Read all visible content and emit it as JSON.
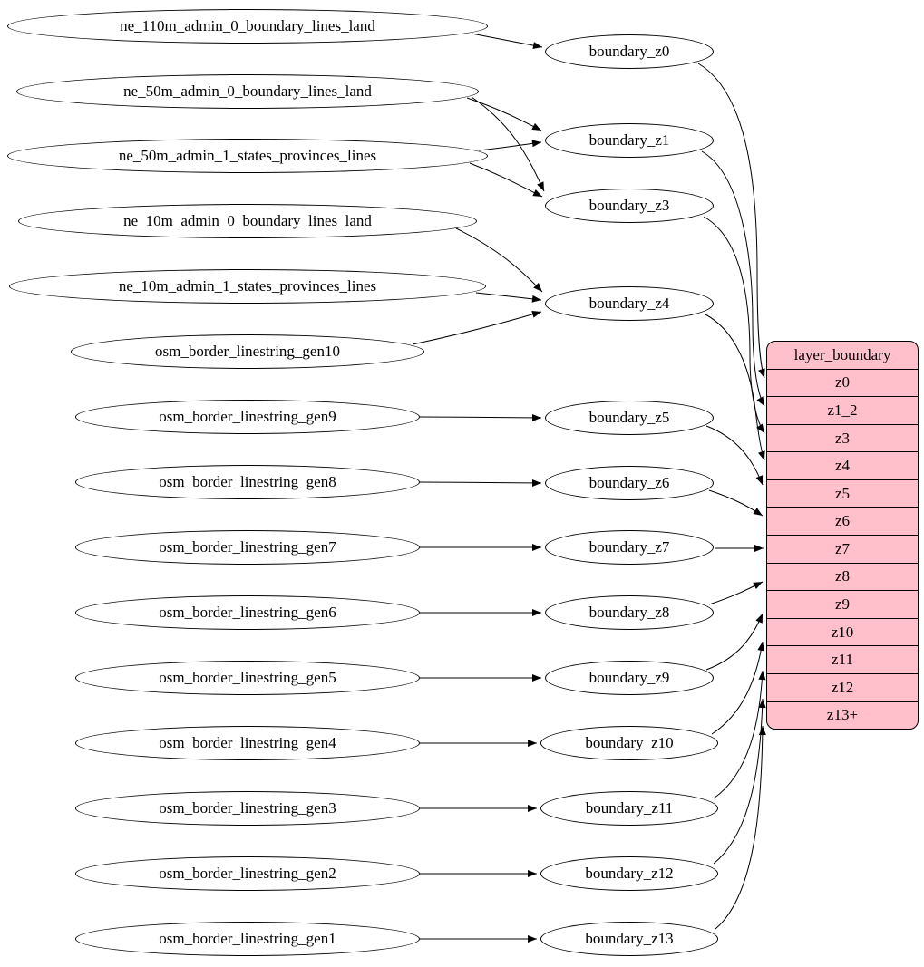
{
  "diagram": {
    "type": "etl-graph",
    "background": "#ffffff",
    "record_fill": "#ffc0cb",
    "node_stroke": "#000000"
  },
  "sources": [
    {
      "label": "ne_110m_admin_0_boundary_lines_land"
    },
    {
      "label": "ne_50m_admin_0_boundary_lines_land"
    },
    {
      "label": "ne_50m_admin_1_states_provinces_lines"
    },
    {
      "label": "ne_10m_admin_0_boundary_lines_land"
    },
    {
      "label": "ne_10m_admin_1_states_provinces_lines"
    },
    {
      "label": "osm_border_linestring_gen10"
    },
    {
      "label": "osm_border_linestring_gen9"
    },
    {
      "label": "osm_border_linestring_gen8"
    },
    {
      "label": "osm_border_linestring_gen7"
    },
    {
      "label": "osm_border_linestring_gen6"
    },
    {
      "label": "osm_border_linestring_gen5"
    },
    {
      "label": "osm_border_linestring_gen4"
    },
    {
      "label": "osm_border_linestring_gen3"
    },
    {
      "label": "osm_border_linestring_gen2"
    },
    {
      "label": "osm_border_linestring_gen1"
    }
  ],
  "transforms": [
    {
      "label": "boundary_z0"
    },
    {
      "label": "boundary_z1"
    },
    {
      "label": "boundary_z3"
    },
    {
      "label": "boundary_z4"
    },
    {
      "label": "boundary_z5"
    },
    {
      "label": "boundary_z6"
    },
    {
      "label": "boundary_z7"
    },
    {
      "label": "boundary_z8"
    },
    {
      "label": "boundary_z9"
    },
    {
      "label": "boundary_z10"
    },
    {
      "label": "boundary_z11"
    },
    {
      "label": "boundary_z12"
    },
    {
      "label": "boundary_z13"
    }
  ],
  "layer_table": {
    "title": "layer_boundary",
    "rows": [
      "z0",
      "z1_2",
      "z3",
      "z4",
      "z5",
      "z6",
      "z7",
      "z8",
      "z9",
      "z10",
      "z11",
      "z12",
      "z13+"
    ]
  },
  "edges": [
    {
      "from": "ne_110m_admin_0_boundary_lines_land",
      "to": "boundary_z0"
    },
    {
      "from": "ne_50m_admin_0_boundary_lines_land",
      "to": "boundary_z1"
    },
    {
      "from": "ne_50m_admin_0_boundary_lines_land",
      "to": "boundary_z3"
    },
    {
      "from": "ne_50m_admin_1_states_provinces_lines",
      "to": "boundary_z1"
    },
    {
      "from": "ne_50m_admin_1_states_provinces_lines",
      "to": "boundary_z3"
    },
    {
      "from": "ne_10m_admin_0_boundary_lines_land",
      "to": "boundary_z4"
    },
    {
      "from": "ne_10m_admin_1_states_provinces_lines",
      "to": "boundary_z4"
    },
    {
      "from": "osm_border_linestring_gen10",
      "to": "boundary_z4"
    },
    {
      "from": "osm_border_linestring_gen9",
      "to": "boundary_z5"
    },
    {
      "from": "osm_border_linestring_gen8",
      "to": "boundary_z6"
    },
    {
      "from": "osm_border_linestring_gen7",
      "to": "boundary_z7"
    },
    {
      "from": "osm_border_linestring_gen6",
      "to": "boundary_z8"
    },
    {
      "from": "osm_border_linestring_gen5",
      "to": "boundary_z9"
    },
    {
      "from": "osm_border_linestring_gen4",
      "to": "boundary_z10"
    },
    {
      "from": "osm_border_linestring_gen3",
      "to": "boundary_z11"
    },
    {
      "from": "osm_border_linestring_gen2",
      "to": "boundary_z12"
    },
    {
      "from": "osm_border_linestring_gen1",
      "to": "boundary_z13"
    },
    {
      "from": "boundary_z0",
      "to": "layer_boundary.z0"
    },
    {
      "from": "boundary_z1",
      "to": "layer_boundary.z1_2"
    },
    {
      "from": "boundary_z3",
      "to": "layer_boundary.z3"
    },
    {
      "from": "boundary_z4",
      "to": "layer_boundary.z4"
    },
    {
      "from": "boundary_z5",
      "to": "layer_boundary.z5"
    },
    {
      "from": "boundary_z6",
      "to": "layer_boundary.z6"
    },
    {
      "from": "boundary_z7",
      "to": "layer_boundary.z7"
    },
    {
      "from": "boundary_z8",
      "to": "layer_boundary.z8"
    },
    {
      "from": "boundary_z9",
      "to": "layer_boundary.z9"
    },
    {
      "from": "boundary_z10",
      "to": "layer_boundary.z10"
    },
    {
      "from": "boundary_z11",
      "to": "layer_boundary.z11"
    },
    {
      "from": "boundary_z12",
      "to": "layer_boundary.z12"
    },
    {
      "from": "boundary_z13",
      "to": "layer_boundary.z13+"
    }
  ]
}
